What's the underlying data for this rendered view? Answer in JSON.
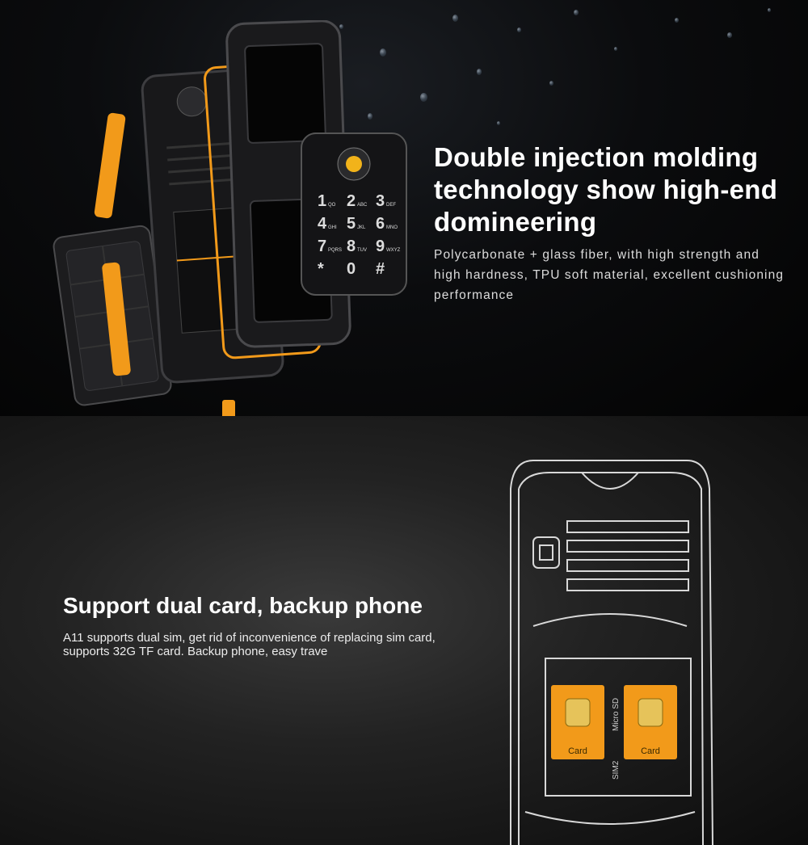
{
  "feature_1": {
    "title": "Double injection molding technology show high-end domineering",
    "description": "Polycarbonate + glass fiber, with high strength and high hardness, TPU soft material, excellent cushioning performance"
  },
  "feature_2": {
    "title": "Support dual card, backup phone",
    "description": "A11 supports dual sim, get rid of inconvenience of replacing sim card, supports 32G TF card. Backup phone, easy trave"
  },
  "keypad": {
    "keys": [
      "1",
      "2",
      "3",
      "4",
      "5",
      "6",
      "7",
      "8",
      "9",
      "*",
      "0",
      "#"
    ],
    "letters": [
      "QO",
      "ABC",
      "DEF",
      "GHI",
      "JKL",
      "MNO",
      "PQRS",
      "TUV",
      "WXYZ",
      "",
      "",
      ""
    ]
  },
  "sim_tray": {
    "slot_1_label": "Card",
    "slot_2_label": "Card",
    "micro_sd_label": "Micro SD",
    "sim2_label": "SIM2"
  },
  "colors": {
    "accent_orange": "#f29a1a",
    "background": "#050505",
    "text": "#ffffff"
  }
}
